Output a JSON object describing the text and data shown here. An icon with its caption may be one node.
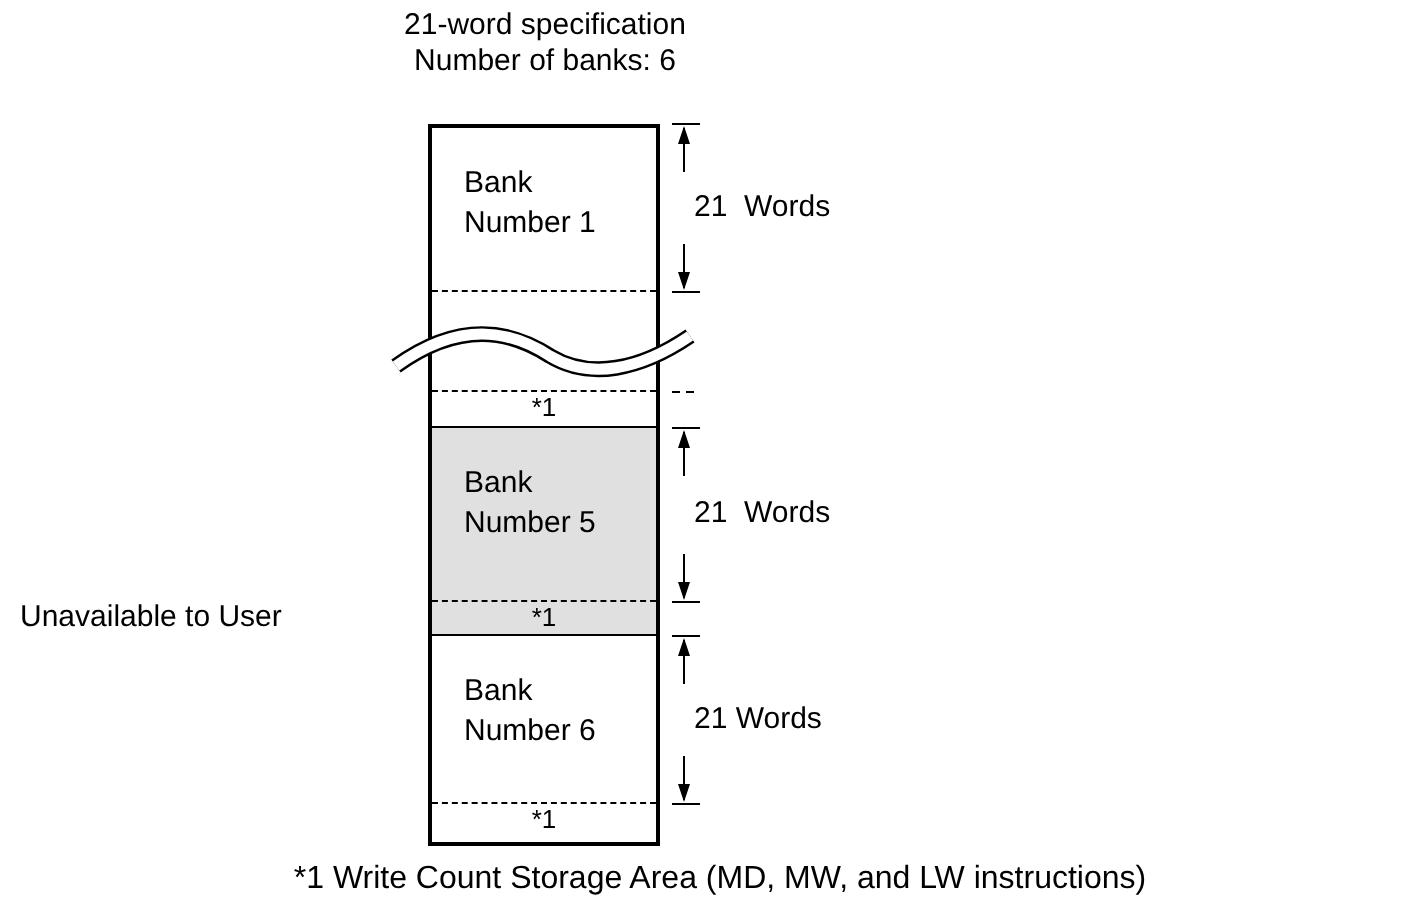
{
  "diagram": {
    "nodes": [
      {
        "text": [
          "Bank Number 1"
        ]
      },
      {
        "text": [],
        "shape": "box"
      },
      {
        "text": [
          "*1"
        ]
      },
      {
        "text": [
          "Bank Number 5"
        ]
      },
      {
        "text": [
          "*1"
        ]
      },
      {
        "text": [
          "Bank Number 6"
        ]
      },
      {
        "text": [
          "*1"
        ]
      }
    ],
    "labels": [
      "21-word specification",
      "Number of banks: 6",
      "21  Words",
      "21  Words",
      "Unavailable to User",
      "21 Words",
      "*1 Write Count Storage Area (MD, MW, and LW instructions)"
    ]
  }
}
